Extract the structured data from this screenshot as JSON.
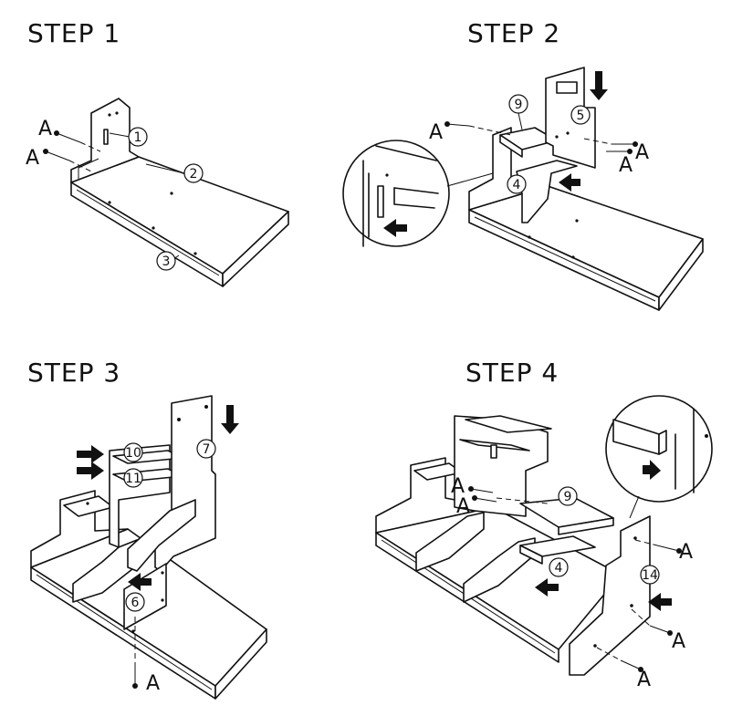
{
  "steps": [
    {
      "title": "STEP 1",
      "parts": [
        "1",
        "2",
        "3"
      ],
      "screw_labels": [
        "A",
        "A"
      ]
    },
    {
      "title": "STEP 2",
      "parts": [
        "9",
        "5",
        "4"
      ],
      "screw_labels": [
        "A",
        "A",
        "A"
      ]
    },
    {
      "title": "STEP 3",
      "parts": [
        "10",
        "11",
        "7",
        "6"
      ],
      "screw_labels": [
        "A"
      ]
    },
    {
      "title": "STEP 4",
      "parts": [
        "9",
        "4",
        "14"
      ],
      "screw_labels": [
        "A",
        "A",
        "A",
        "A",
        "A"
      ]
    }
  ],
  "colors": {
    "line": "#111111",
    "background": "#ffffff"
  }
}
